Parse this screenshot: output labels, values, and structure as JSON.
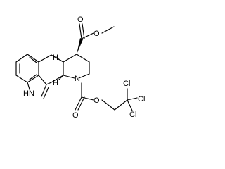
{
  "atoms": {
    "ring_nitrogen": "N",
    "indole_nh": "HN",
    "carbonyl_oxygen_ester": "O",
    "ester_oxygen": "O",
    "carbamate_oxygen": "O",
    "carbamate_carbonyl_oxygen": "O",
    "chlorine_top": "Cl",
    "chlorine_right": "Cl",
    "chlorine_bottom": "Cl",
    "stereo_h_top": "H",
    "stereo_h_bottom": "H"
  }
}
